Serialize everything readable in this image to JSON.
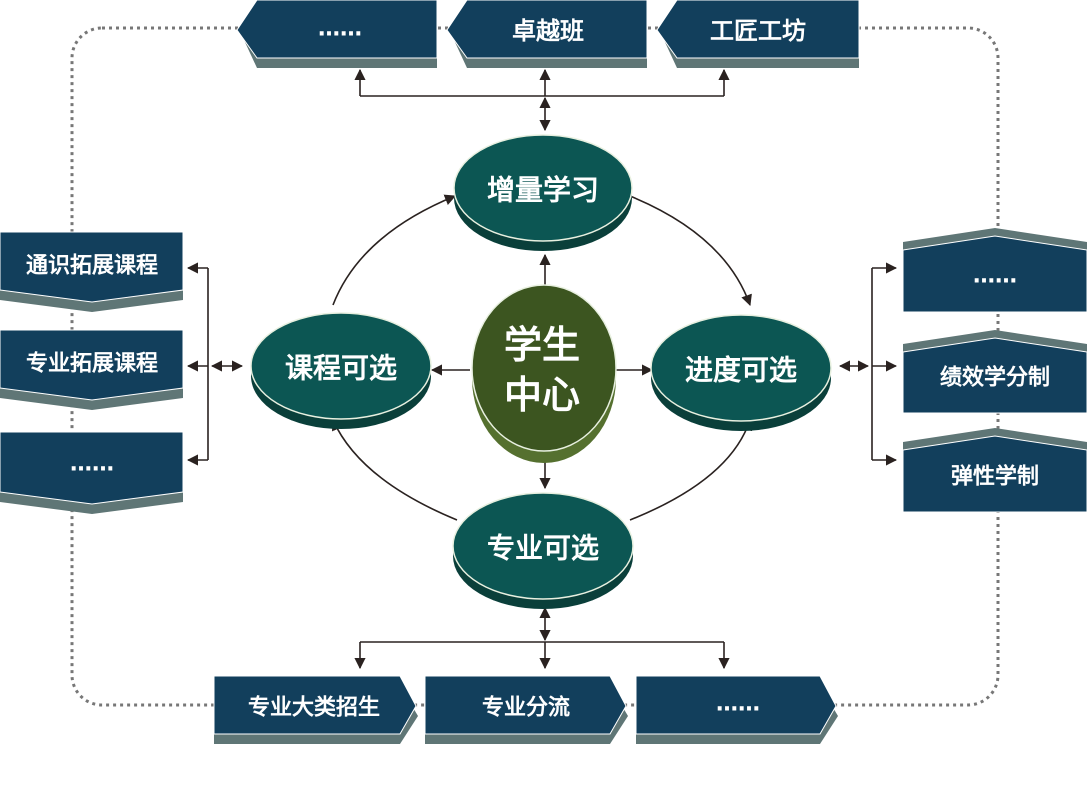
{
  "center": {
    "line1": "学生",
    "line2": "中心"
  },
  "nodes": {
    "top": "增量学习",
    "left": "课程可选",
    "right": "进度可选",
    "bottom": "专业可选"
  },
  "top_boxes": [
    "……",
    "卓越班",
    "工匠工坊"
  ],
  "left_boxes": [
    "通识拓展课程",
    "专业拓展课程",
    "……"
  ],
  "right_boxes": [
    "……",
    "绩效学分制",
    "弹性学制"
  ],
  "bottom_boxes": [
    "专业大类招生",
    "专业分流",
    "……"
  ],
  "colors": {
    "box": "#123f5c",
    "box_shadow": "#5f7676",
    "node": "#0c5653",
    "node_edge": "#0a3f3a",
    "center": "#3c5520",
    "center_edge": "#55702f"
  }
}
